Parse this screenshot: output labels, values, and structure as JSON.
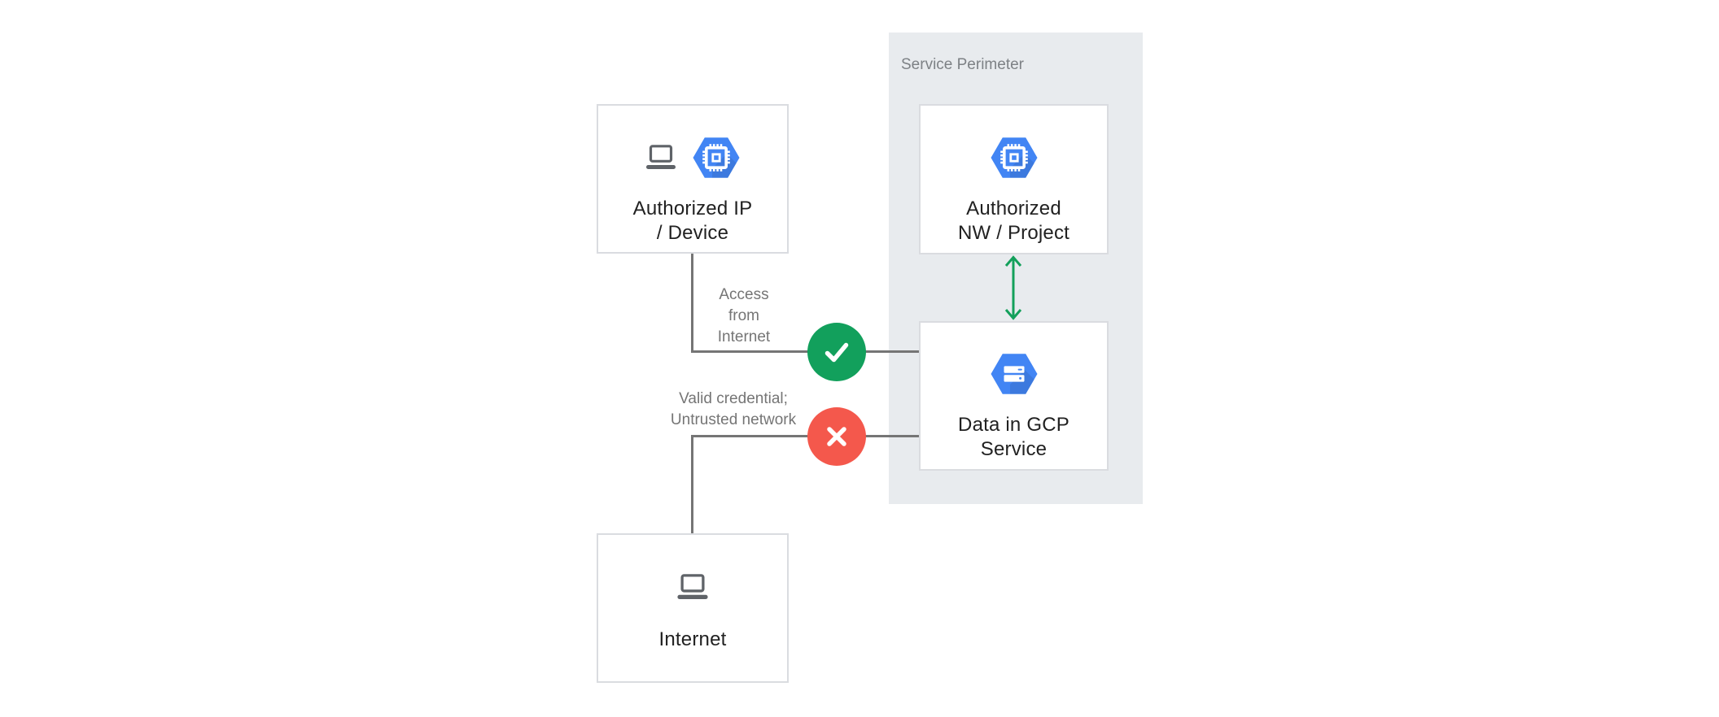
{
  "perimeter": {
    "title": "Service Perimeter"
  },
  "nodes": {
    "authorized_ip": {
      "label": "Authorized IP\n/ Device",
      "icons": [
        "laptop-icon",
        "compute-engine-hexagon-icon"
      ]
    },
    "authorized_nw": {
      "label": "Authorized\nNW / Project",
      "icons": [
        "compute-engine-hexagon-icon"
      ]
    },
    "data_gcp": {
      "label": "Data in GCP\nService",
      "icons": [
        "cloud-storage-hexagon-icon"
      ]
    },
    "internet": {
      "label": "Internet",
      "icons": [
        "laptop-icon"
      ]
    }
  },
  "edges": {
    "access_from_internet": {
      "label": "Access\nfrom\nInternet",
      "status": "allowed",
      "status_icon": "check-icon"
    },
    "untrusted_network": {
      "label": "Valid credential;\nUntrusted network",
      "status": "denied",
      "status_icon": "x-icon"
    },
    "perimeter_internal": {
      "type": "bidirectional-arrow",
      "status": "allowed"
    }
  },
  "colors": {
    "gcp_blue": "#4285f4",
    "allowed_green": "#12a05c",
    "denied_red": "#f4584c",
    "connector_gray": "#757575",
    "perimeter_background": "#e8ebee",
    "node_border": "#dadce0",
    "node_text": "#212121",
    "muted_text": "#7d8185"
  }
}
